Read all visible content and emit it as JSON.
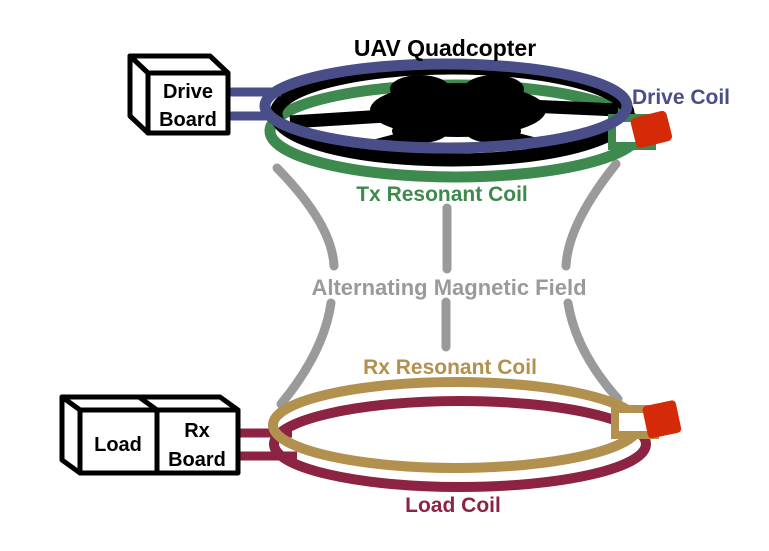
{
  "diagram": {
    "title": "UAV Quadcopter",
    "labels": {
      "drive_coil": "Drive Coil",
      "tx_coil": "Tx Resonant Coil",
      "field": "Alternating Magnetic Field",
      "rx_coil": "Rx Resonant Coil",
      "load_coil": "Load Coil"
    },
    "boxes": {
      "drive_board": {
        "line1": "Drive",
        "line2": "Board"
      },
      "load": {
        "label": "Load"
      },
      "rx_board": {
        "line1": "Rx",
        "line2": "Board"
      }
    },
    "colors": {
      "drive_coil": "#4a4e88",
      "tx_coil": "#3e8a4e",
      "rx_coil": "#b2904e",
      "load_coil": "#8d2342",
      "field": "#9a9a9a",
      "connector": "#d52a08",
      "quadcopter": "#000000",
      "title_text": "#000000"
    }
  }
}
